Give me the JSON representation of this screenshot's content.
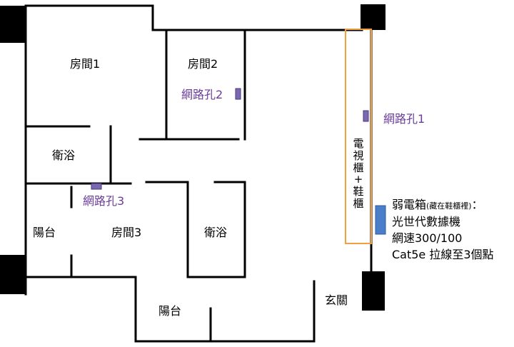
{
  "rooms": {
    "room1": "房間1",
    "room2": "房間2",
    "room3": "房間3",
    "bath_left": "衛浴",
    "bath_right": "衛浴",
    "balcony_left": "陽台",
    "balcony_bottom": "陽台",
    "entrance": "玄關"
  },
  "ports": {
    "port1": "網路孔1",
    "port2": "網路孔2",
    "port3": "網路孔3"
  },
  "cabinet": {
    "chars": [
      "電",
      "視",
      "櫃",
      "+",
      "鞋",
      "櫃"
    ]
  },
  "note": {
    "line1_main": "弱電箱",
    "line1_small": "(藏在鞋櫃裡)",
    "line1_end": "：",
    "line2": "光世代數據機",
    "line3": "網速300/100",
    "line4": "Cat5e 拉線至3個點"
  },
  "colors": {
    "wall": "#000000",
    "port": "#7b68b0",
    "port_text": "#6a3d9a",
    "cabinet_border": "#f0a040",
    "box": "#4a7ec8"
  }
}
